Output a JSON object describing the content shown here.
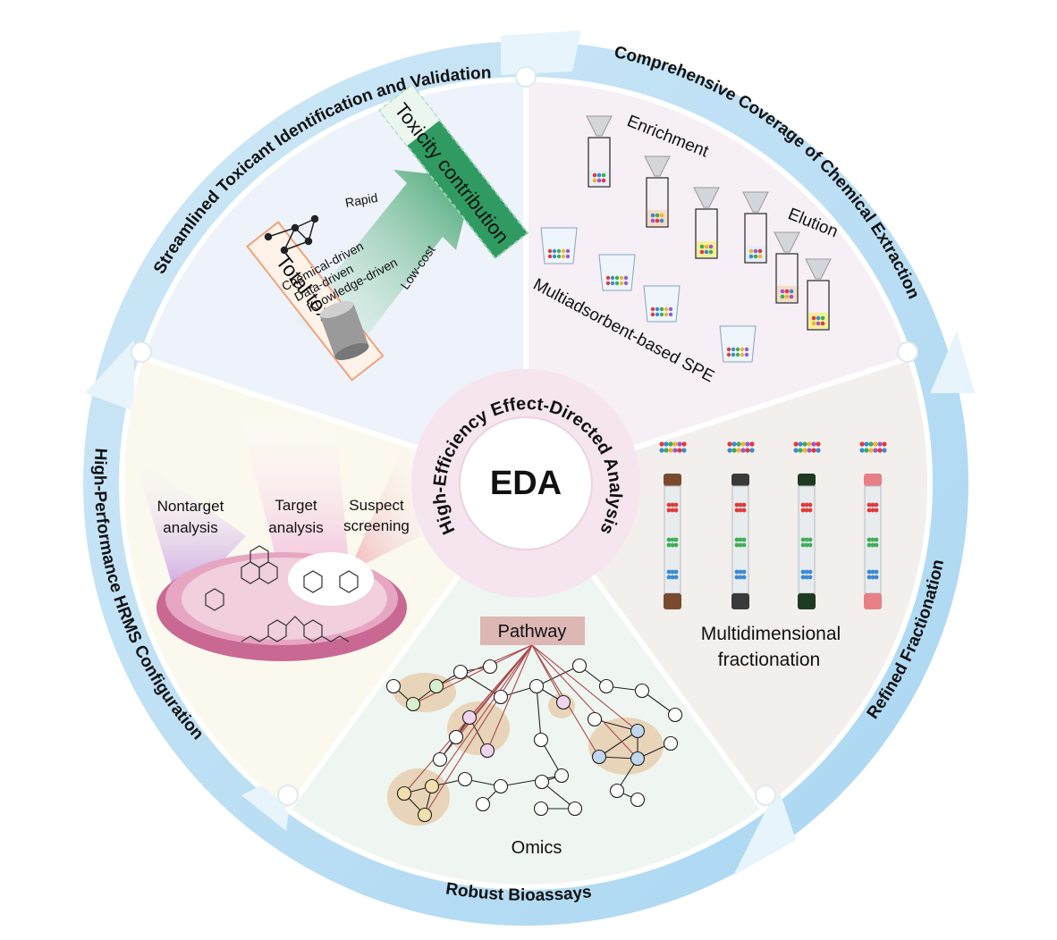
{
  "center": {
    "title": "EDA",
    "ring_text": "High-Efficiency Effect-Directed Analysis"
  },
  "outer_ring": {
    "top_left": "Streamlined Toxicant Identification and Validation",
    "top_right": "Comprehensive Coverage of Chemical Extraction",
    "right": "Refined Fractionation",
    "bottom": "Robust Bioassays",
    "left": "High-Performance HRMS Configuration"
  },
  "identification": {
    "total_toxicity": "Total toxicity",
    "toxicity_contribution": "Toxicity contribution",
    "rapid": "Rapid",
    "low_cost": "Low-cost",
    "drivers": [
      "Chemical-driven",
      "Data-driven",
      "Knowledge-driven"
    ]
  },
  "extraction": {
    "enrichment": "Enrichment",
    "elution": "Elution",
    "caption": "Multiadsorbent-based SPE"
  },
  "fractionation": {
    "caption_line1": "Multidimensional",
    "caption_line2": "fractionation",
    "column_colors": [
      "#7a4a2e",
      "#3a3a3a",
      "#1f3a22",
      "#e87f86"
    ]
  },
  "bioassays": {
    "pathway": "Pathway",
    "omics": "Omics"
  },
  "hrms": {
    "nontarget_line1": "Nontarget",
    "nontarget_line2": "analysis",
    "target_line1": "Target",
    "target_line2": "analysis",
    "suspect_line1": "Suspect",
    "suspect_line2": "screening"
  }
}
